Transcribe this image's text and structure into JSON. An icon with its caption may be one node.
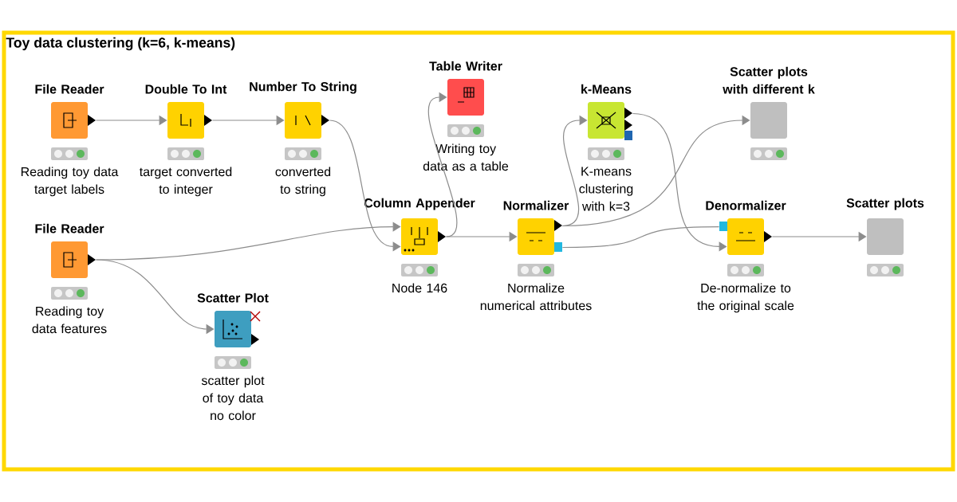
{
  "diagram": {
    "nodes": [
      {
        "text": [
          "Toy data clustering (k=6, k-means)"
        ]
      },
      {
        "text": [
          "File Reader"
        ],
        "beside": [
          "Reading toy data target labels"
        ],
        "in": 0
      },
      {
        "text": [
          "Double To Int"
        ],
        "beside": [
          "target converted to integer"
        ],
        "in": 0
      },
      {
        "text": [
          "Number To String"
        ],
        "beside": [
          "converted to string"
        ],
        "in": 0
      },
      {
        "text": [
          "Table Writer"
        ],
        "beside": [
          "Writing toy data as a table"
        ],
        "in": 0
      },
      {
        "text": [
          "k-Means"
        ],
        "beside": [
          "K-means clustering with k=3"
        ],
        "in": 0
      },
      {
        "text": [
          "Scatter plots with different k"
        ],
        "in": 0
      },
      {
        "text": [
          "File Reader"
        ],
        "beside": [
          "Reading toy data features"
        ],
        "in": 0
      },
      {
        "text": [
          "Column Appender"
        ],
        "beside": [
          "Node 146"
        ],
        "in": 0
      },
      {
        "text": [
          "Normalizer"
        ],
        "beside": [
          "Normalize numerical attributes"
        ],
        "in": 0
      },
      {
        "text": [
          "Denormalizer"
        ],
        "beside": [
          "De-normalize to the original scale"
        ],
        "in": 0
      },
      {
        "text": [
          "Scatter plots"
        ],
        "in": 0
      },
      {
        "text": [
          "Scatter Plot"
        ],
        "beside": [
          "scatter plot of toy data no color"
        ],
        "in": 0
      }
    ],
    "edges": [
      {
        "from": 1,
        "to": 2,
        "arrow": "to"
      },
      {
        "from": 2,
        "to": 3,
        "arrow": "to"
      },
      {
        "from": 3,
        "to": 8,
        "arrow": "to"
      },
      {
        "from": 7,
        "to": 8,
        "arrow": "to"
      },
      {
        "from": 7,
        "to": 12,
        "arrow": "to"
      },
      {
        "from": 8,
        "to": 4,
        "arrow": "to"
      },
      {
        "from": 8,
        "to": 9,
        "arrow": "to"
      },
      {
        "from": 9,
        "to": 5,
        "arrow": "to"
      },
      {
        "from": 9,
        "to": 6,
        "arrow": "to"
      },
      {
        "from": 9,
        "to": 10,
        "arrow": "none"
      },
      {
        "from": 5,
        "to": 10,
        "arrow": "to"
      },
      {
        "from": 10,
        "to": 11,
        "arrow": "to"
      }
    ]
  }
}
